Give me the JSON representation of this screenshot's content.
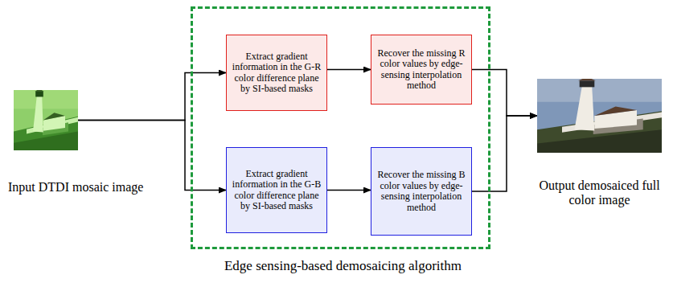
{
  "diagram": {
    "nodes": [
      {
        "text": [
          "Input DTDI mosaic image"
        ]
      },
      {
        "text": [
          "Edge sensing-based demosaicing algorithm"
        ]
      },
      {
        "text": [
          "Extract gradient information in the G-R color difference plane by SI-based masks"
        ],
        "in": 1
      },
      {
        "text": [
          "Recover the missing R color values by edge-sensing interpolation method"
        ],
        "in": 1
      },
      {
        "text": [
          "Extract gradient information in the G-B color difference plane by SI-based masks"
        ],
        "in": 1
      },
      {
        "text": [
          "Recover the missing B color values by edge-sensing interpolation method"
        ],
        "in": 1
      },
      {
        "text": [
          "Output demosaiced full color image"
        ]
      }
    ],
    "edges": [
      {
        "from": 0,
        "to": 2,
        "arrow": "to"
      },
      {
        "from": 0,
        "to": 4,
        "arrow": "to"
      },
      {
        "from": 2,
        "to": 3,
        "arrow": "to"
      },
      {
        "from": 4,
        "to": 5,
        "arrow": "to"
      },
      {
        "from": 3,
        "to": 6,
        "arrow": "to"
      },
      {
        "from": 5,
        "to": 6,
        "arrow": "to"
      }
    ]
  }
}
